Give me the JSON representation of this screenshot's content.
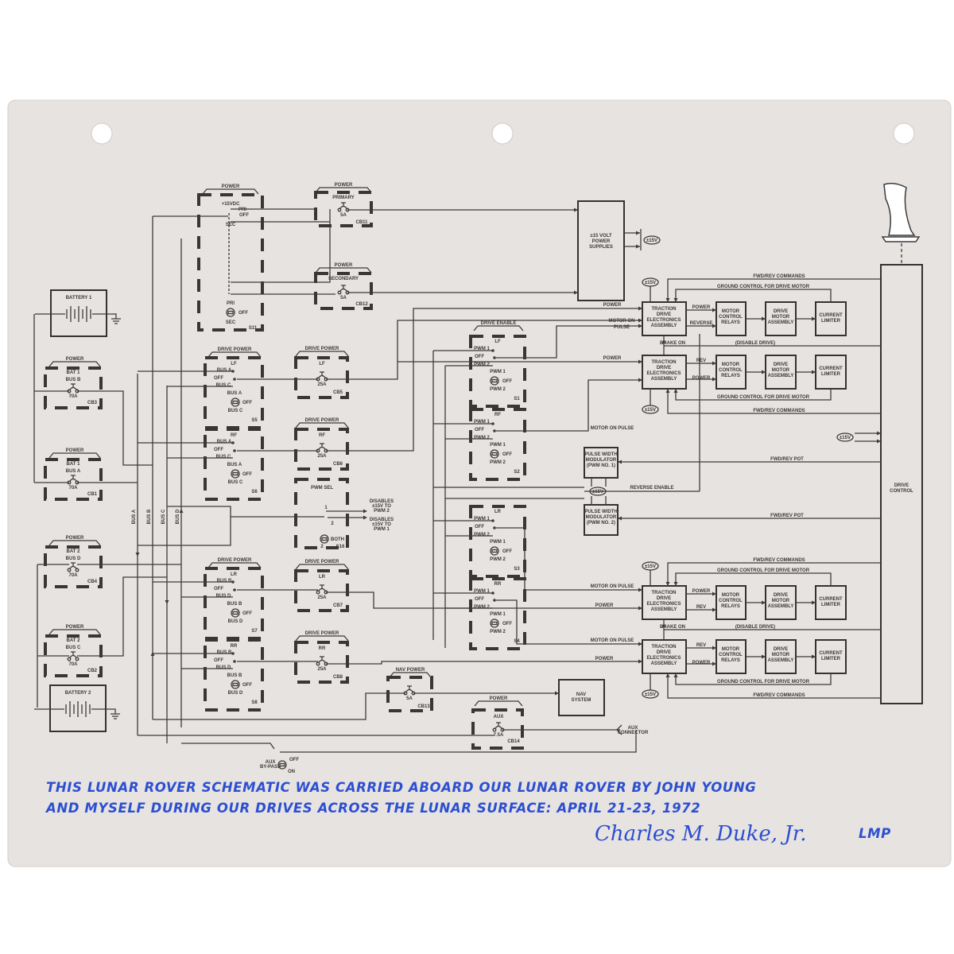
{
  "handwriting": {
    "line1": "THIS LUNAR ROVER SCHEMATIC WAS CARRIED ABOARD OUR LUNAR ROVER BY JOHN YOUNG",
    "line2": "AND MYSELF DURING OUR DRIVES ACROSS THE LUNAR SURFACE: APRIL 21-23, 1972",
    "signature": "Charles M. Duke, Jr.",
    "title": "LMP"
  },
  "batteries": [
    "BATTERY 1",
    "BATTERY 2"
  ],
  "battery_breakers": [
    {
      "header": "POWER",
      "bat": "BAT 1",
      "bus": "BUS B",
      "rating": "70A",
      "id": "CB3"
    },
    {
      "header": "POWER",
      "bat": "BAT 1",
      "bus": "BUS A",
      "rating": "70A",
      "id": "CB1"
    },
    {
      "header": "POWER",
      "bat": "BAT 2",
      "bus": "BUS D",
      "rating": "70A",
      "id": "CB4"
    },
    {
      "header": "POWER",
      "bat": "BAT 2",
      "bus": "BUS C",
      "rating": "70A",
      "id": "CB2"
    }
  ],
  "bus_labels": [
    "BUS A",
    "BUS B",
    "BUS C",
    "BUS D"
  ],
  "s11": {
    "header": "POWER",
    "label": "+15VDC",
    "pri": "PRI",
    "off": "OFF",
    "sec": "SEC",
    "id": "S11"
  },
  "cb11": {
    "header": "POWER",
    "name": "PRIMARY",
    "rating": "5A",
    "id": "CB11"
  },
  "cb12": {
    "header": "POWER",
    "name": "SECONDARY",
    "rating": "5A",
    "id": "CB12"
  },
  "drive_power_switches": [
    {
      "header": "DRIVE POWER",
      "wheel": "LF",
      "top": "BUS A",
      "off": "OFF",
      "bottom": "BUS C",
      "id": "S5"
    },
    {
      "header": "",
      "wheel": "RF",
      "top": "BUS A",
      "off": "OFF",
      "bottom": "BUS C",
      "id": "S6"
    },
    {
      "header": "DRIVE POWER",
      "wheel": "LR",
      "top": "BUS B",
      "off": "OFF",
      "bottom": "BUS D",
      "id": "S7"
    },
    {
      "header": "",
      "wheel": "RR",
      "top": "BUS B",
      "off": "OFF",
      "bottom": "BUS D",
      "id": "S8"
    }
  ],
  "drive_power_breakers": [
    {
      "header": "DRIVE POWER",
      "wheel": "LF",
      "rating": "25A",
      "id": "CB5"
    },
    {
      "header": "DRIVE POWER",
      "wheel": "RF",
      "rating": "25A",
      "id": "CB6"
    },
    {
      "header": "DRIVE POWER",
      "wheel": "LR",
      "rating": "25A",
      "id": "CB7"
    },
    {
      "header": "DRIVE POWER",
      "wheel": "RR",
      "rating": "25A",
      "id": "CB8"
    }
  ],
  "pwm_sel": {
    "name": "PWM SEL",
    "pos1": "1",
    "pos2": "2",
    "both": "BOTH",
    "id": "S16",
    "note1": [
      "DISABLES",
      "±15V TO",
      "PWM 2"
    ],
    "note2": [
      "DISABLES",
      "±15V TO",
      "PWM 1"
    ]
  },
  "power_supply": {
    "name": [
      "±15 VOLT",
      "POWER",
      "SUPPLIES"
    ],
    "out": "±15V"
  },
  "drive_enable": {
    "header": "DRIVE ENABLE",
    "switches": [
      {
        "wheel": "LF",
        "pwm1": "PWM 1",
        "off": "OFF",
        "pwm2": "PWM 2",
        "id": "S1"
      },
      {
        "wheel": "RF",
        "pwm1": "PWM 1",
        "off": "OFF",
        "pwm2": "PWM 2",
        "id": "S2"
      },
      {
        "wheel": "LR",
        "pwm1": "PWM 1",
        "off": "OFF",
        "pwm2": "PWM 2",
        "id": "S3"
      },
      {
        "wheel": "RR",
        "pwm1": "PWM 1",
        "off": "OFF",
        "pwm2": "PWM 2",
        "id": "S4"
      }
    ]
  },
  "pwm": [
    [
      "PULSE WIDTH",
      "MODULATOR",
      "(PWM NO. 1)"
    ],
    [
      "PULSE WIDTH",
      "MODULATOR",
      "(PWM NO. 2)"
    ]
  ],
  "drive_chain": {
    "tdea": [
      "TRACTION",
      "DRIVE",
      "ELECTRONICS",
      "ASSEMBLY"
    ],
    "mcr": [
      "MOTOR",
      "CONTROL",
      "RELAYS"
    ],
    "dma": [
      "DRIVE",
      "MOTOR",
      "ASSEMBLY"
    ],
    "cl": [
      "CURRENT",
      "LIMITER"
    ]
  },
  "signals": {
    "power": "POWER",
    "motor_on_pulse": "MOTOR ON PULSE",
    "motor_on": "MOTOR ON",
    "pulse": "PULSE",
    "fwd_rev_commands": "FWD/REV COMMANDS",
    "ground_control": "GROUND CONTROL FOR DRIVE MOTOR",
    "reverse": "REVERSE",
    "rev": "REV",
    "brake_on": "BRAKE ON",
    "disable_drive": "(DISABLE DRIVE)",
    "fwd_rev_pot": "FWD/REV POT",
    "reverse_enable": "REVERSE ENABLE",
    "supply": "±15V"
  },
  "drive_control": [
    "DRIVE",
    "CONTROL"
  ],
  "nav": {
    "header": "NAV POWER",
    "rating": "5A",
    "id": "CB13",
    "system": [
      "NAV",
      "SYSTEM"
    ]
  },
  "aux": {
    "header": "POWER",
    "name": "AUX",
    "rating": "7.5A",
    "id": "CB14",
    "connector": [
      "AUX",
      "CONNECTOR"
    ],
    "bypass": [
      "AUX",
      "BY-PASS"
    ],
    "off": "OFF",
    "on": "ON"
  },
  "colors": {
    "paper": "#e7e3e0",
    "ink": "#3a3838",
    "pen": "#2c4fd2"
  }
}
